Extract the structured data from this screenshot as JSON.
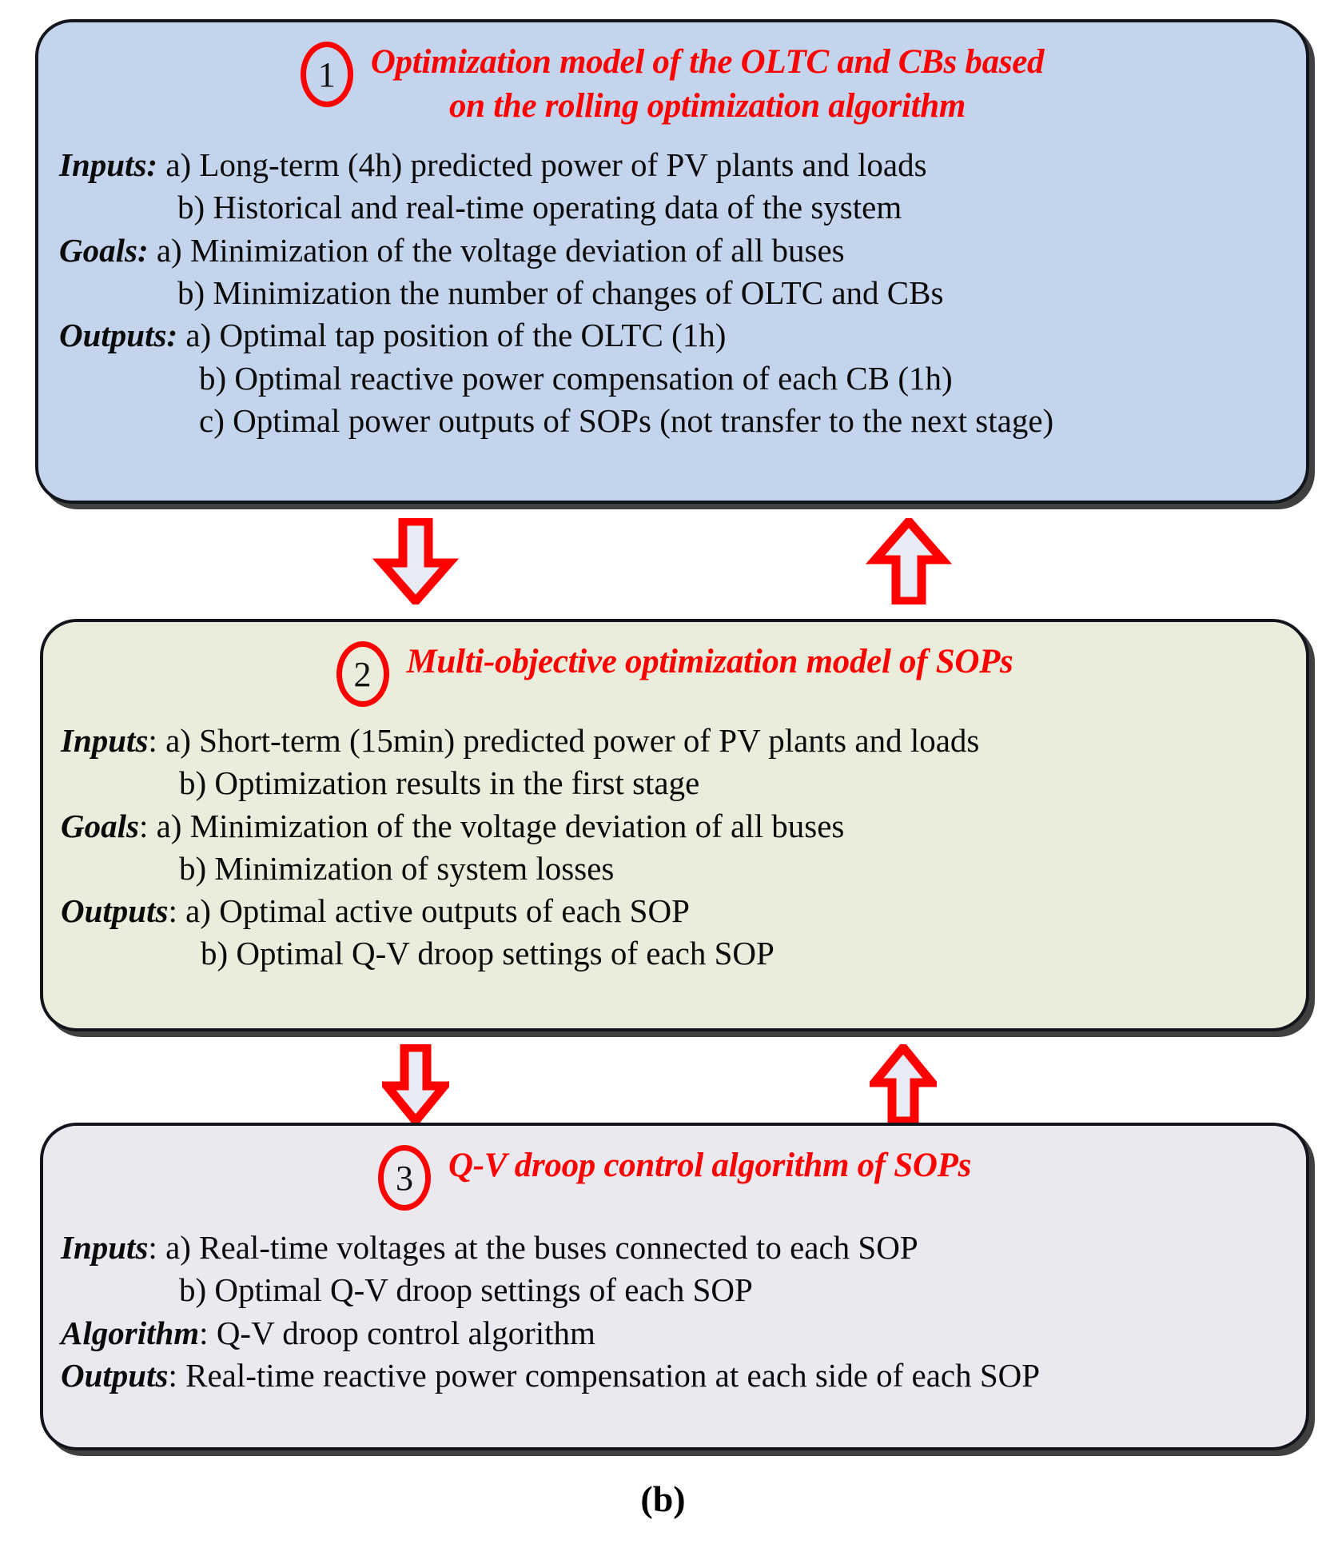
{
  "figure": {
    "caption": "(b)"
  },
  "colors": {
    "title_red": "#ff0000",
    "arrow_outline": "#ff0000",
    "arrow_fill": "#e6ebf5",
    "box1_fill": "#c3d4ec",
    "box2_fill": "#eaeddc",
    "box3_fill": "#ebe8f0",
    "border": "#12161c",
    "text": "#0b0b0b"
  },
  "stages": [
    {
      "number": "1",
      "title_lines": [
        "Optimization model of the OLTC and CBs based",
        "on the rolling optimization algorithm"
      ],
      "lines": [
        {
          "label": "Inputs:",
          "indent": 0,
          "text": " a) Long-term (4h) predicted power of PV plants and loads"
        },
        {
          "label": "",
          "indent": 148,
          "text": "b) Historical and real-time operating data of the system"
        },
        {
          "label": "Goals:",
          "indent": 0,
          "text": "  a) Minimization of the voltage deviation of all buses"
        },
        {
          "label": "",
          "indent": 148,
          "text": "b) Minimization the number of changes of OLTC and CBs"
        },
        {
          "label": "Outputs:",
          "indent": 0,
          "text": " a) Optimal tap position of the OLTC (1h)"
        },
        {
          "label": "",
          "indent": 175,
          "text": "b) Optimal reactive power compensation of each CB (1h)"
        },
        {
          "label": "",
          "indent": 175,
          "text": "c) Optimal power outputs of SOPs (not transfer to the next stage)"
        }
      ]
    },
    {
      "number": "2",
      "title_lines": [
        "Multi-objective optimization model of SOPs"
      ],
      "lines": [
        {
          "label": "Inputs",
          "indent": 0,
          "text": ": a) Short-term (15min) predicted power of PV plants and loads"
        },
        {
          "label": "",
          "indent": 148,
          "text": "b) Optimization results in the first stage"
        },
        {
          "label": "Goals",
          "indent": 0,
          "text": ":  a) Minimization of the voltage deviation of all buses"
        },
        {
          "label": "",
          "indent": 148,
          "text": "b) Minimization of system losses"
        },
        {
          "label": "Outputs",
          "indent": 0,
          "text": ":  a) Optimal active outputs of each SOP"
        },
        {
          "label": "",
          "indent": 175,
          "text": "b) Optimal Q-V droop settings of each SOP"
        }
      ]
    },
    {
      "number": "3",
      "title_lines": [
        "Q-V droop control algorithm of SOPs"
      ],
      "lines": [
        {
          "label": "Inputs",
          "indent": 0,
          "text": ": a) Real-time voltages at the buses connected to each SOP"
        },
        {
          "label": "",
          "indent": 148,
          "text": "b) Optimal Q-V droop settings of each SOP"
        },
        {
          "label": "Algorithm",
          "indent": 0,
          "text": ": Q-V droop control algorithm"
        },
        {
          "label": "Outputs",
          "indent": 0,
          "text": ": Real-time reactive power compensation at each side of each SOP"
        }
      ]
    }
  ],
  "arrows": [
    {
      "name": "arrow-down-stage1-to-stage2",
      "direction": "down"
    },
    {
      "name": "arrow-up-stage2-to-stage1",
      "direction": "up"
    },
    {
      "name": "arrow-down-stage2-to-stage3",
      "direction": "down"
    },
    {
      "name": "arrow-up-stage3-to-stage2",
      "direction": "up"
    }
  ]
}
